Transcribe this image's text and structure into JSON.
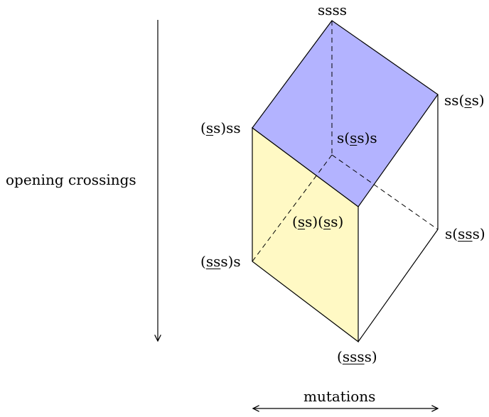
{
  "axes": {
    "vertical_label": "opening crossings",
    "horizontal_label": "mutations"
  },
  "vertices": {
    "top": {
      "pre": "ssss",
      "u": "",
      "post": ""
    },
    "upper_right": {
      "pre": "ss(",
      "u": "s",
      "post": "s)"
    },
    "upper_left": {
      "pre": "(",
      "u": "s",
      "post": "s)ss"
    },
    "center_back": {
      "pre": "s(",
      "u": "s",
      "post": "s)s"
    },
    "center_front": {
      "pre": "(",
      "u": "s",
      "post": "s)(",
      "u2": "s",
      "post2": "s)"
    },
    "lower_right": {
      "pre": "s(",
      "u": "ss",
      "post": "s)"
    },
    "lower_left": {
      "pre": "(",
      "u": "ss",
      "post": "s)s"
    },
    "bottom": {
      "pre": "(",
      "u": "sss",
      "post": "s)"
    }
  },
  "colors": {
    "top_face": "#b3b3ff",
    "left_face": "#fff9c4",
    "edge": "#000000"
  }
}
